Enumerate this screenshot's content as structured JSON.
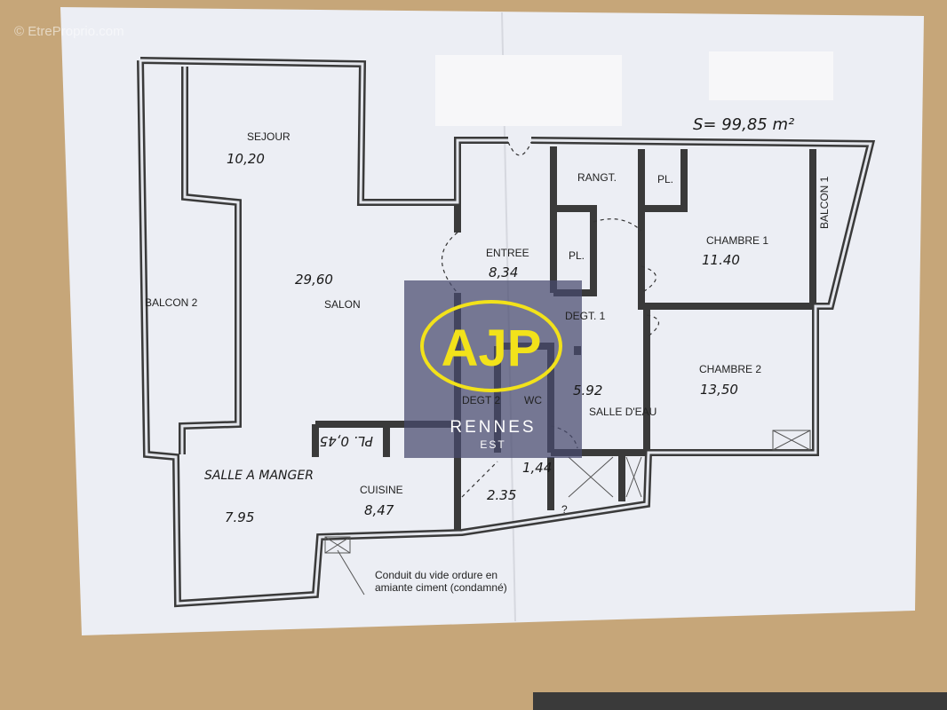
{
  "watermark": "© EtreProprio.com",
  "plan": {
    "surface_total": "S= 99,85 m²",
    "rooms": [
      {
        "name": "SEJOUR",
        "area": "10,20"
      },
      {
        "name": "SALON",
        "area": "29,60"
      },
      {
        "name": "BALCON 2",
        "area": ""
      },
      {
        "name": "ENTREE",
        "area": "8,34"
      },
      {
        "name": "RANGT.",
        "area": ""
      },
      {
        "name": "PL.",
        "area": ""
      },
      {
        "name": "PL.",
        "area": ""
      },
      {
        "name": "CHAMBRE 1",
        "area": "11.40"
      },
      {
        "name": "BALCON 1",
        "area": ""
      },
      {
        "name": "DEGT. 1",
        "area": ""
      },
      {
        "name": "CHAMBRE 2",
        "area": "13,50"
      },
      {
        "name": "SALLE D'EAU",
        "area": "5.92"
      },
      {
        "name": "DEGT 2",
        "area": ""
      },
      {
        "name": "WC",
        "area": "1,44"
      },
      {
        "name": "SALLE A MANGER",
        "area": "7.95"
      },
      {
        "name": "CUISINE",
        "area": "8,47"
      },
      {
        "name": "",
        "area": "2.35"
      }
    ],
    "placard_note": "PL. 0,45",
    "question_mark": "?",
    "note_line1": "Conduit du vide ordure en",
    "note_line2": "amiante ciment (condamné)"
  },
  "logo": {
    "brand": "AJP",
    "city": "RENNES",
    "sub": "EST",
    "accent": "#f2e21a"
  }
}
